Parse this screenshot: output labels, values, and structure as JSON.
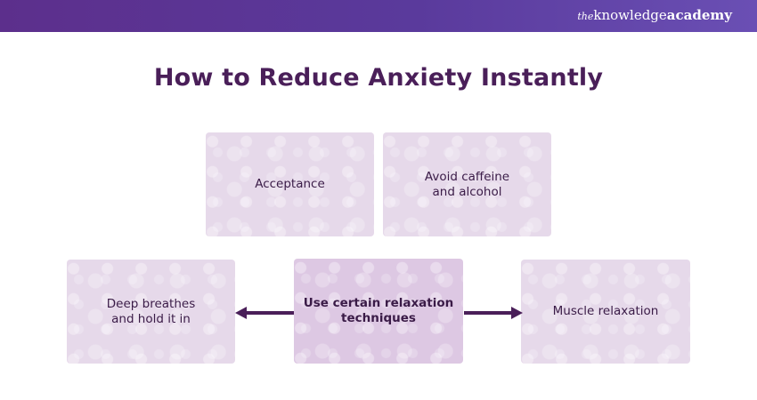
{
  "brand": {
    "prefix": "the",
    "middle": "knowledge",
    "suffix": "academy"
  },
  "title": "How to Reduce Anxiety Instantly",
  "diagram": {
    "center": {
      "lines": [
        "Use certain relaxation",
        "techniques"
      ]
    },
    "top_left": {
      "lines": [
        "Acceptance"
      ]
    },
    "top_right": {
      "lines": [
        "Avoid caffeine",
        "and alcohol"
      ]
    },
    "left": {
      "lines": [
        "Deep breathes",
        "and hold it in"
      ]
    },
    "right": {
      "lines": [
        "Muscle relaxation"
      ]
    }
  },
  "colors": {
    "header": "#5c2f8c",
    "title": "#4a1f59",
    "box": "#e6d9ea",
    "arrow": "#4a1f59"
  }
}
